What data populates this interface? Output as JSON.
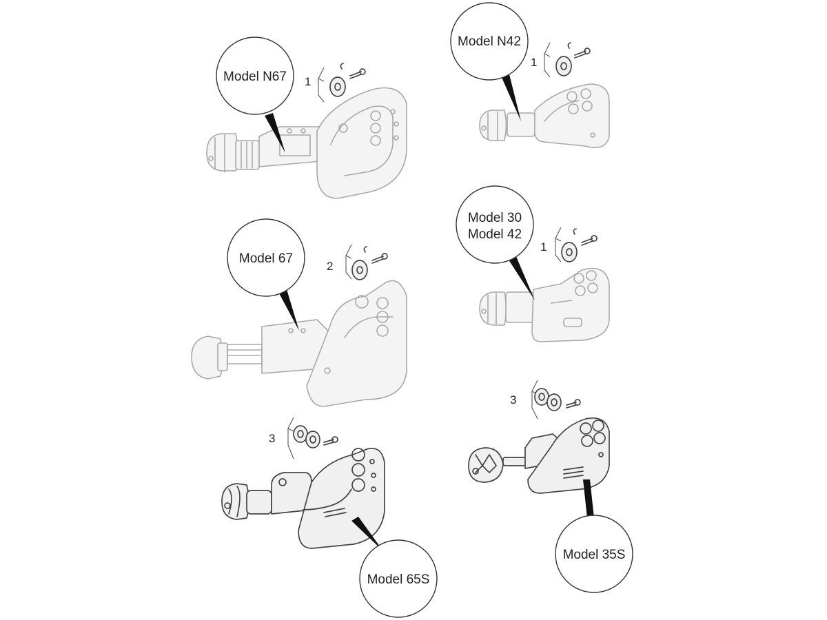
{
  "callouts": [
    {
      "id": "n67",
      "label": "Model N67",
      "part_count": "1"
    },
    {
      "id": "n42",
      "label": "Model N42",
      "part_count": "1"
    },
    {
      "id": "m67",
      "label": "Model 67",
      "part_count": "2"
    },
    {
      "id": "m30",
      "label_line1": "Model 30",
      "label_line2": "Model 42",
      "part_count": "1"
    },
    {
      "id": "m65s",
      "label": "Model 65S",
      "part_count": "3"
    },
    {
      "id": "m35s",
      "label": "Model 35S",
      "part_count": "3"
    }
  ],
  "colors": {
    "faint_line": "#a8a8a8",
    "dark_line": "#444444",
    "pointer": "#111111"
  },
  "icons": [
    "tube-cutter-icon",
    "cutter-wheel-icon",
    "axle-pin-icon"
  ]
}
